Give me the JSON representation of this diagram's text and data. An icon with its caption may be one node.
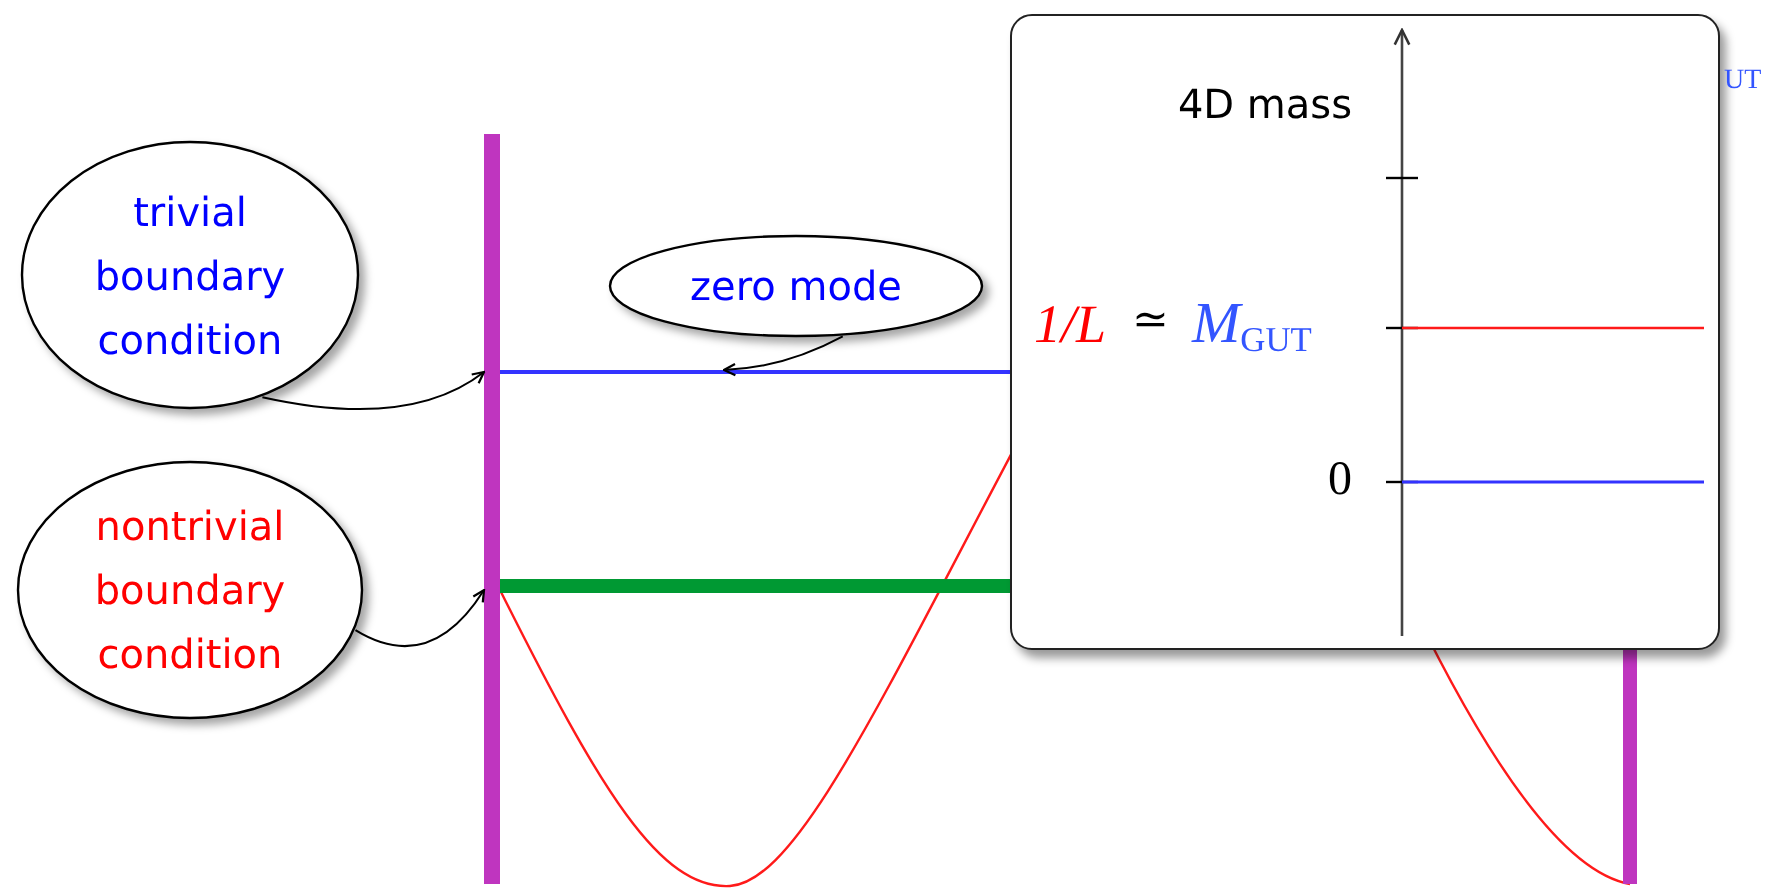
{
  "diagram": {
    "nodes": [
      {
        "text": [
          "trivial boundary condition"
        ]
      },
      {
        "text": [
          "nontrivial boundary condition"
        ]
      },
      {
        "text": [
          "zero mode"
        ]
      },
      {
        "text": [],
        "shape": "bar"
      },
      {
        "text": [],
        "shape": "bar"
      }
    ],
    "edges": [
      {
        "from": 0,
        "to": 3,
        "arrow": "to"
      },
      {
        "from": 1,
        "to": 3,
        "arrow": "to"
      },
      {
        "from": 2,
        "to": 4,
        "arrow": "to"
      }
    ],
    "labels": [
      "4D mass",
      "1/L",
      "≃",
      "M$_{GUT}$",
      "0",
      "UT"
    ]
  }
}
